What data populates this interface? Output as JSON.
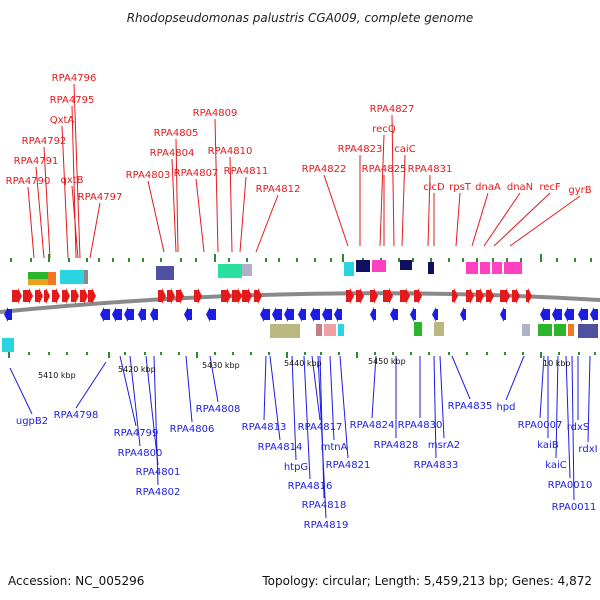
{
  "title": "Rhodopseudomonas palustris CGA009, complete genome",
  "footer": {
    "accession": "Accession: NC_005296",
    "topology": "Topology: circular; Length: 5,459,213 bp; Genes: 4,872"
  },
  "colors": {
    "forward": "#e31a1c",
    "reverse": "#1c1ce3",
    "backbone": "#8a8a8a",
    "tick": "#2e8b2e"
  },
  "kbp_labels": [
    {
      "text": "5410 kbp",
      "kbp": 5410
    },
    {
      "text": "5420 kbp",
      "kbp": 5420
    },
    {
      "text": "5430 kbp",
      "kbp": 5430
    },
    {
      "text": "5440 kbp",
      "kbp": 5440
    },
    {
      "text": "5450 kbp",
      "kbp": 5450
    },
    {
      "text": "10 kbp",
      "kbp": 10
    }
  ],
  "top_labels": [
    "RPA4790",
    "RPA4791",
    "RPA4792",
    "QxtA",
    "RPA4795",
    "RPA4796",
    "qxtB",
    "RPA4797",
    "RPA4803",
    "RPA4804",
    "RPA4805",
    "RPA4807",
    "RPA4809",
    "RPA4810",
    "RPA4811",
    "RPA4812",
    "RPA4822",
    "RPA4823",
    "recQ",
    "RPA4825",
    "RPA4827",
    "caiC",
    "RPA4831",
    "clcD",
    "rpsT",
    "dnaA",
    "dnaN",
    "recF",
    "gyrB"
  ],
  "bottom_labels": [
    "ugpB2",
    "RPA4798",
    "RPA4799",
    "RPA4800",
    "RPA4801",
    "RPA4802",
    "RPA4806",
    "RPA4808",
    "RPA4813",
    "RPA4814",
    "htpG",
    "RPA4816",
    "RPA4817",
    "RPA4818",
    "RPA4819",
    "mtnA",
    "RPA4821",
    "RPA4824",
    "RPA4828",
    "RPA4830",
    "msrA2",
    "RPA4833",
    "RPA4835",
    "hpd",
    "RPA0007",
    "kaiB",
    "kaiC",
    "RPA0010",
    "RPA0011",
    "rdxS",
    "rdxI"
  ]
}
